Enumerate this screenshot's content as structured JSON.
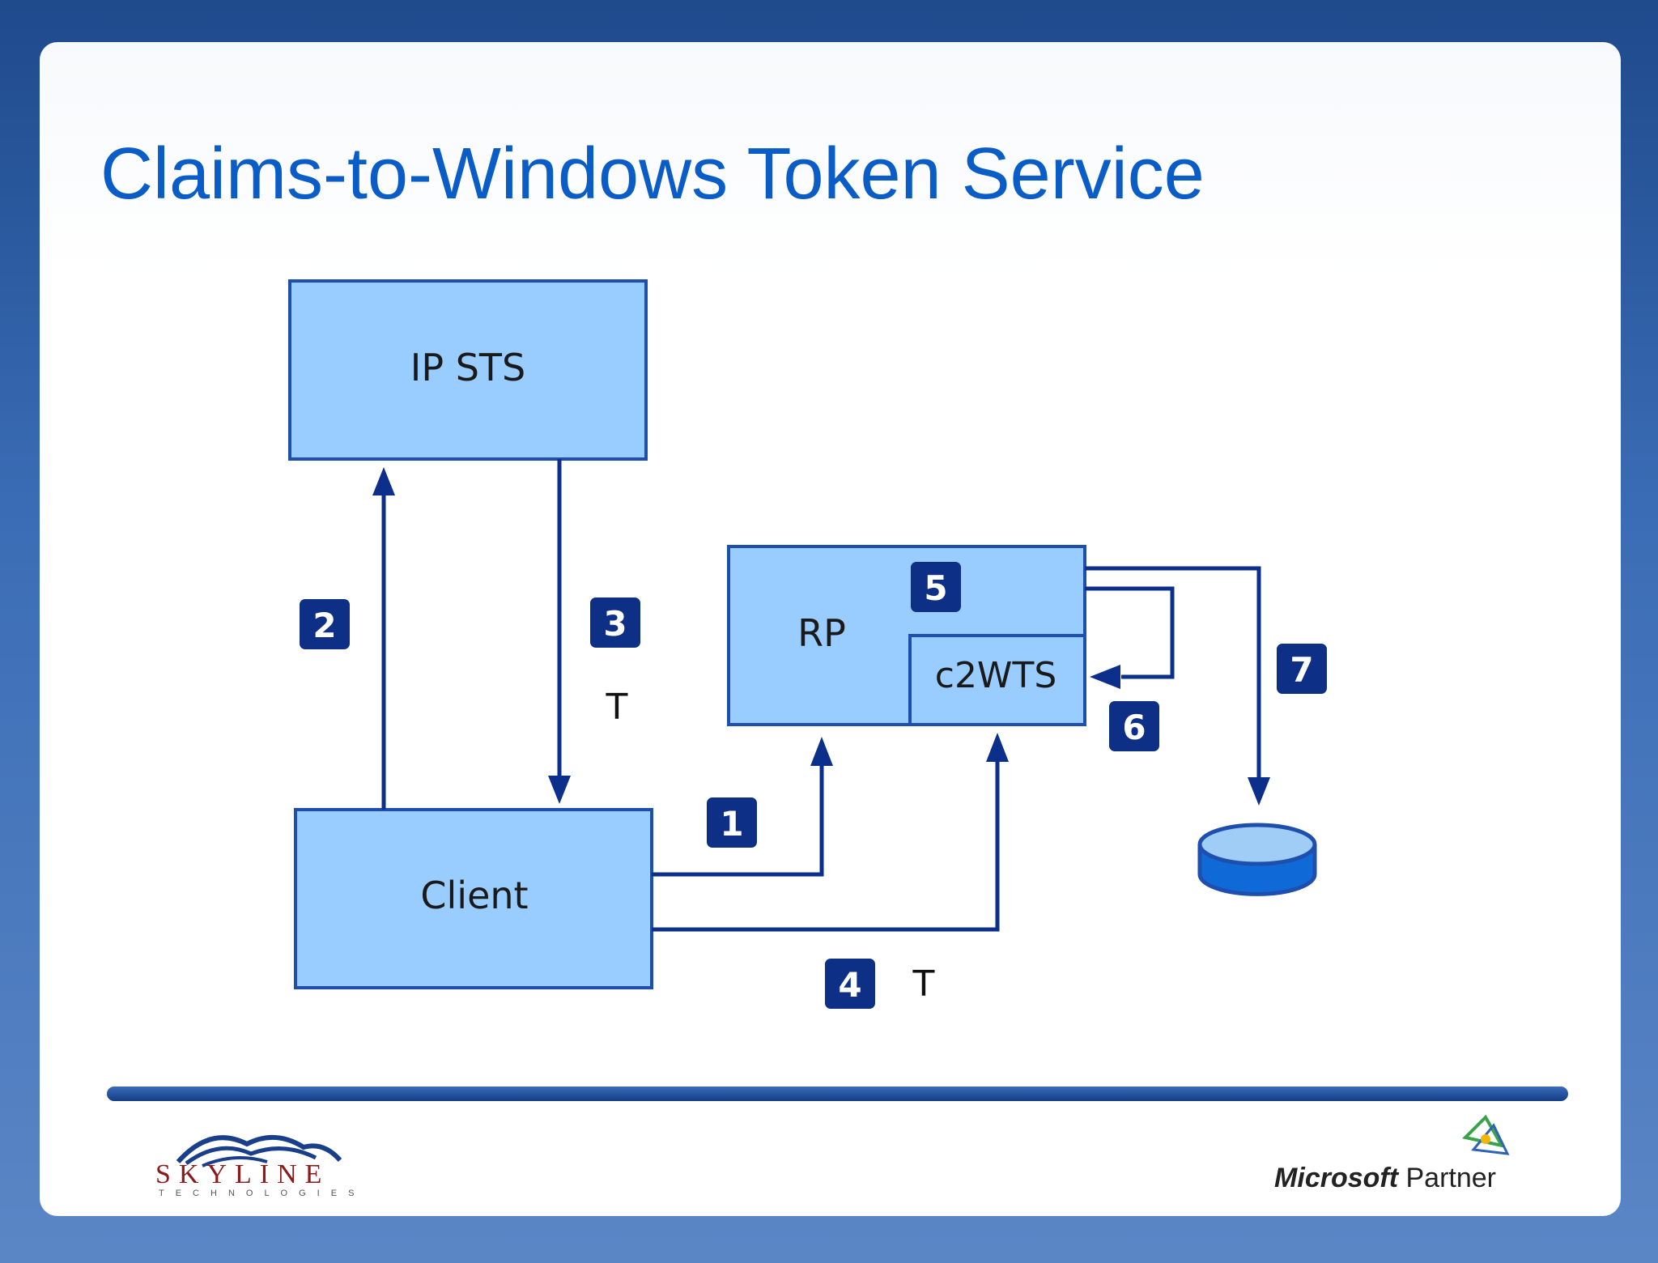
{
  "slide": {
    "title": "Claims-to-Windows Token Service"
  },
  "diagram": {
    "nodes": {
      "ip_sts": "IP STS",
      "client": "Client",
      "rp": "RP",
      "c2wts": "c2WTS"
    },
    "step_badges": [
      "1",
      "2",
      "3",
      "4",
      "5",
      "6",
      "7"
    ],
    "token_labels": {
      "step3": "T",
      "step4": "T"
    },
    "colors": {
      "box_fill": "#99ccff",
      "box_stroke": "#1f4fae",
      "arrow": "#0b2f8a",
      "badge": "#0d2f86",
      "title": "#0a5cc7"
    }
  },
  "footer": {
    "skyline_name": "SKYLINE",
    "skyline_sub": "TECHNOLOGIES",
    "ms_brand": "Microsoft",
    "ms_partner": "Partner"
  }
}
